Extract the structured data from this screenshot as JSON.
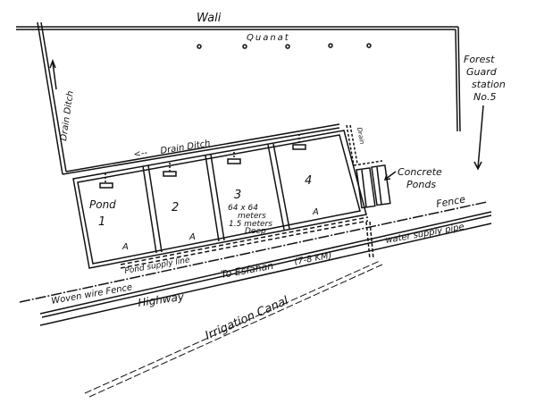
{
  "labels": {
    "wall": "Wali",
    "qanat": "Quanat",
    "drain_ditch_left": "Drain Ditch",
    "drain_ditch_top": "Drain Ditch",
    "drain_small": "Drain",
    "forest_guard": [
      "Forest",
      "Guard",
      "station",
      "No.5"
    ],
    "concrete_ponds": [
      "Concrete",
      "Ponds"
    ],
    "fence": "Fence",
    "water_supply_pipe": "water supply pipe",
    "pond_supply_line": "Pond supply line",
    "woven_wire_fence": "Woven wire Fence",
    "highway": "Highway",
    "to_esfahan": "To Esfahan",
    "distance": "(7-8 KM)",
    "irrigation_canal": "Irrigation Canal",
    "pond_dims": [
      "64 x 64",
      "meters",
      "1.5 meters",
      "Deep"
    ]
  },
  "ponds": [
    {
      "label": "Pond",
      "number": "1"
    },
    {
      "label": "",
      "number": "2"
    },
    {
      "label": "",
      "number": "3"
    },
    {
      "label": "",
      "number": "4"
    }
  ],
  "markers": [
    "A",
    "A",
    "A"
  ],
  "colors": {
    "ink": "#111111",
    "paper": "#ffffff"
  }
}
